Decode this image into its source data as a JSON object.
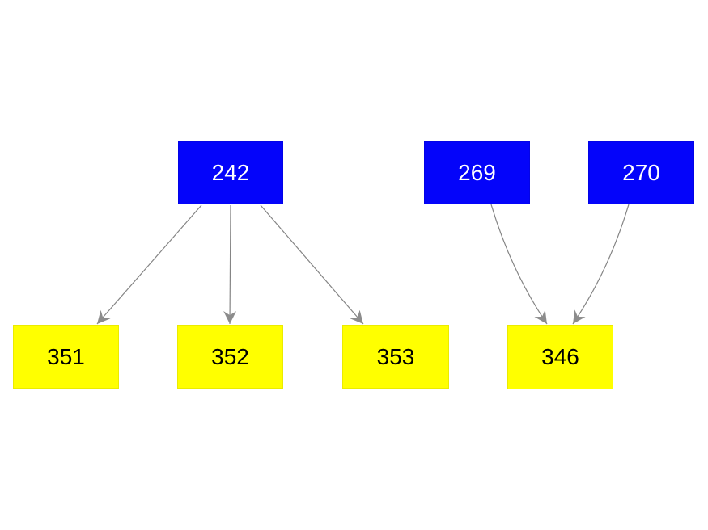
{
  "graph": {
    "type": "directed",
    "background": "#ffffff",
    "colors": {
      "parent_node_fill": "#0404fa",
      "parent_node_text": "#ffffff",
      "child_node_fill": "#ffff00",
      "child_node_text": "#000000",
      "edge_stroke": "#858585",
      "arrowhead_fill": "#8c8c8c"
    },
    "nodes": [
      {
        "id": "242",
        "label": "242",
        "kind": "parent"
      },
      {
        "id": "269",
        "label": "269",
        "kind": "parent"
      },
      {
        "id": "270",
        "label": "270",
        "kind": "parent"
      },
      {
        "id": "351",
        "label": "351",
        "kind": "child"
      },
      {
        "id": "352",
        "label": "352",
        "kind": "child"
      },
      {
        "id": "353",
        "label": "353",
        "kind": "child"
      },
      {
        "id": "346",
        "label": "346",
        "kind": "child"
      }
    ],
    "edges": [
      {
        "from": "242",
        "to": "351"
      },
      {
        "from": "242",
        "to": "352"
      },
      {
        "from": "242",
        "to": "353"
      },
      {
        "from": "269",
        "to": "346"
      },
      {
        "from": "270",
        "to": "346"
      }
    ]
  }
}
